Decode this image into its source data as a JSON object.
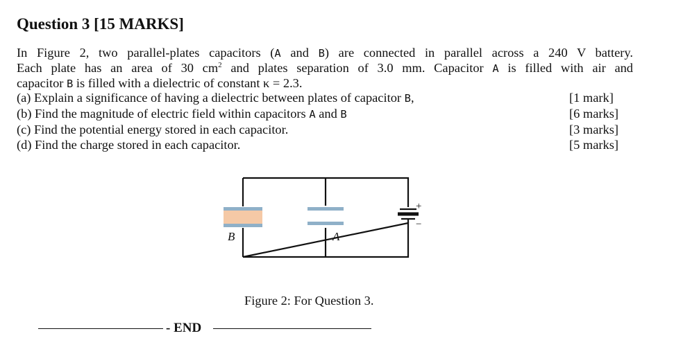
{
  "question": {
    "title": "Question 3 [15 MARKS]"
  },
  "paragraph": {
    "l1a": "In Figure 2, two parallel-plates capacitors (",
    "l1cap_a": "A",
    "l1b": " and ",
    "l1cap_b": "B",
    "l1c": ") are connected in parallel across a 240 V battery.",
    "l2a": "Each plate has an area of 30 cm",
    "l2sup": "2",
    "l2b": " and plates separation of 3.0 mm. Capacitor ",
    "l2cap_a": "A",
    "l2c": " is filled with air and",
    "l3a": "capacitor ",
    "l3cap_b": "B",
    "l3b": " is filled with a dielectric of constant κ = 2.3."
  },
  "parts": [
    {
      "text_a": "(a) Explain a significance of having a dielectric between plates of capacitor ",
      "cap": "B",
      "text_b": ",",
      "marks": "[1 mark]"
    },
    {
      "text_a": "(b) Find the magnitude of electric field within capacitors ",
      "cap": "A",
      "text_b": " and ",
      "cap2": "B",
      "marks": "[6 marks]"
    },
    {
      "text_a": "(c) Find the potential energy stored in each capacitor.",
      "marks": "[3 marks]"
    },
    {
      "text_a": "(d) Find the charge stored in each capacitor.",
      "marks": "[5 marks]"
    }
  ],
  "figure": {
    "label_b": "B",
    "label_a": "A",
    "plus": "+",
    "minus": "−",
    "colors": {
      "wire": "#111111",
      "plate": "#8fb0c8",
      "dielectric": "#f5c9a6"
    }
  },
  "caption": "Figure 2: For Question 3.",
  "footer": {
    "end_text": "- END"
  }
}
